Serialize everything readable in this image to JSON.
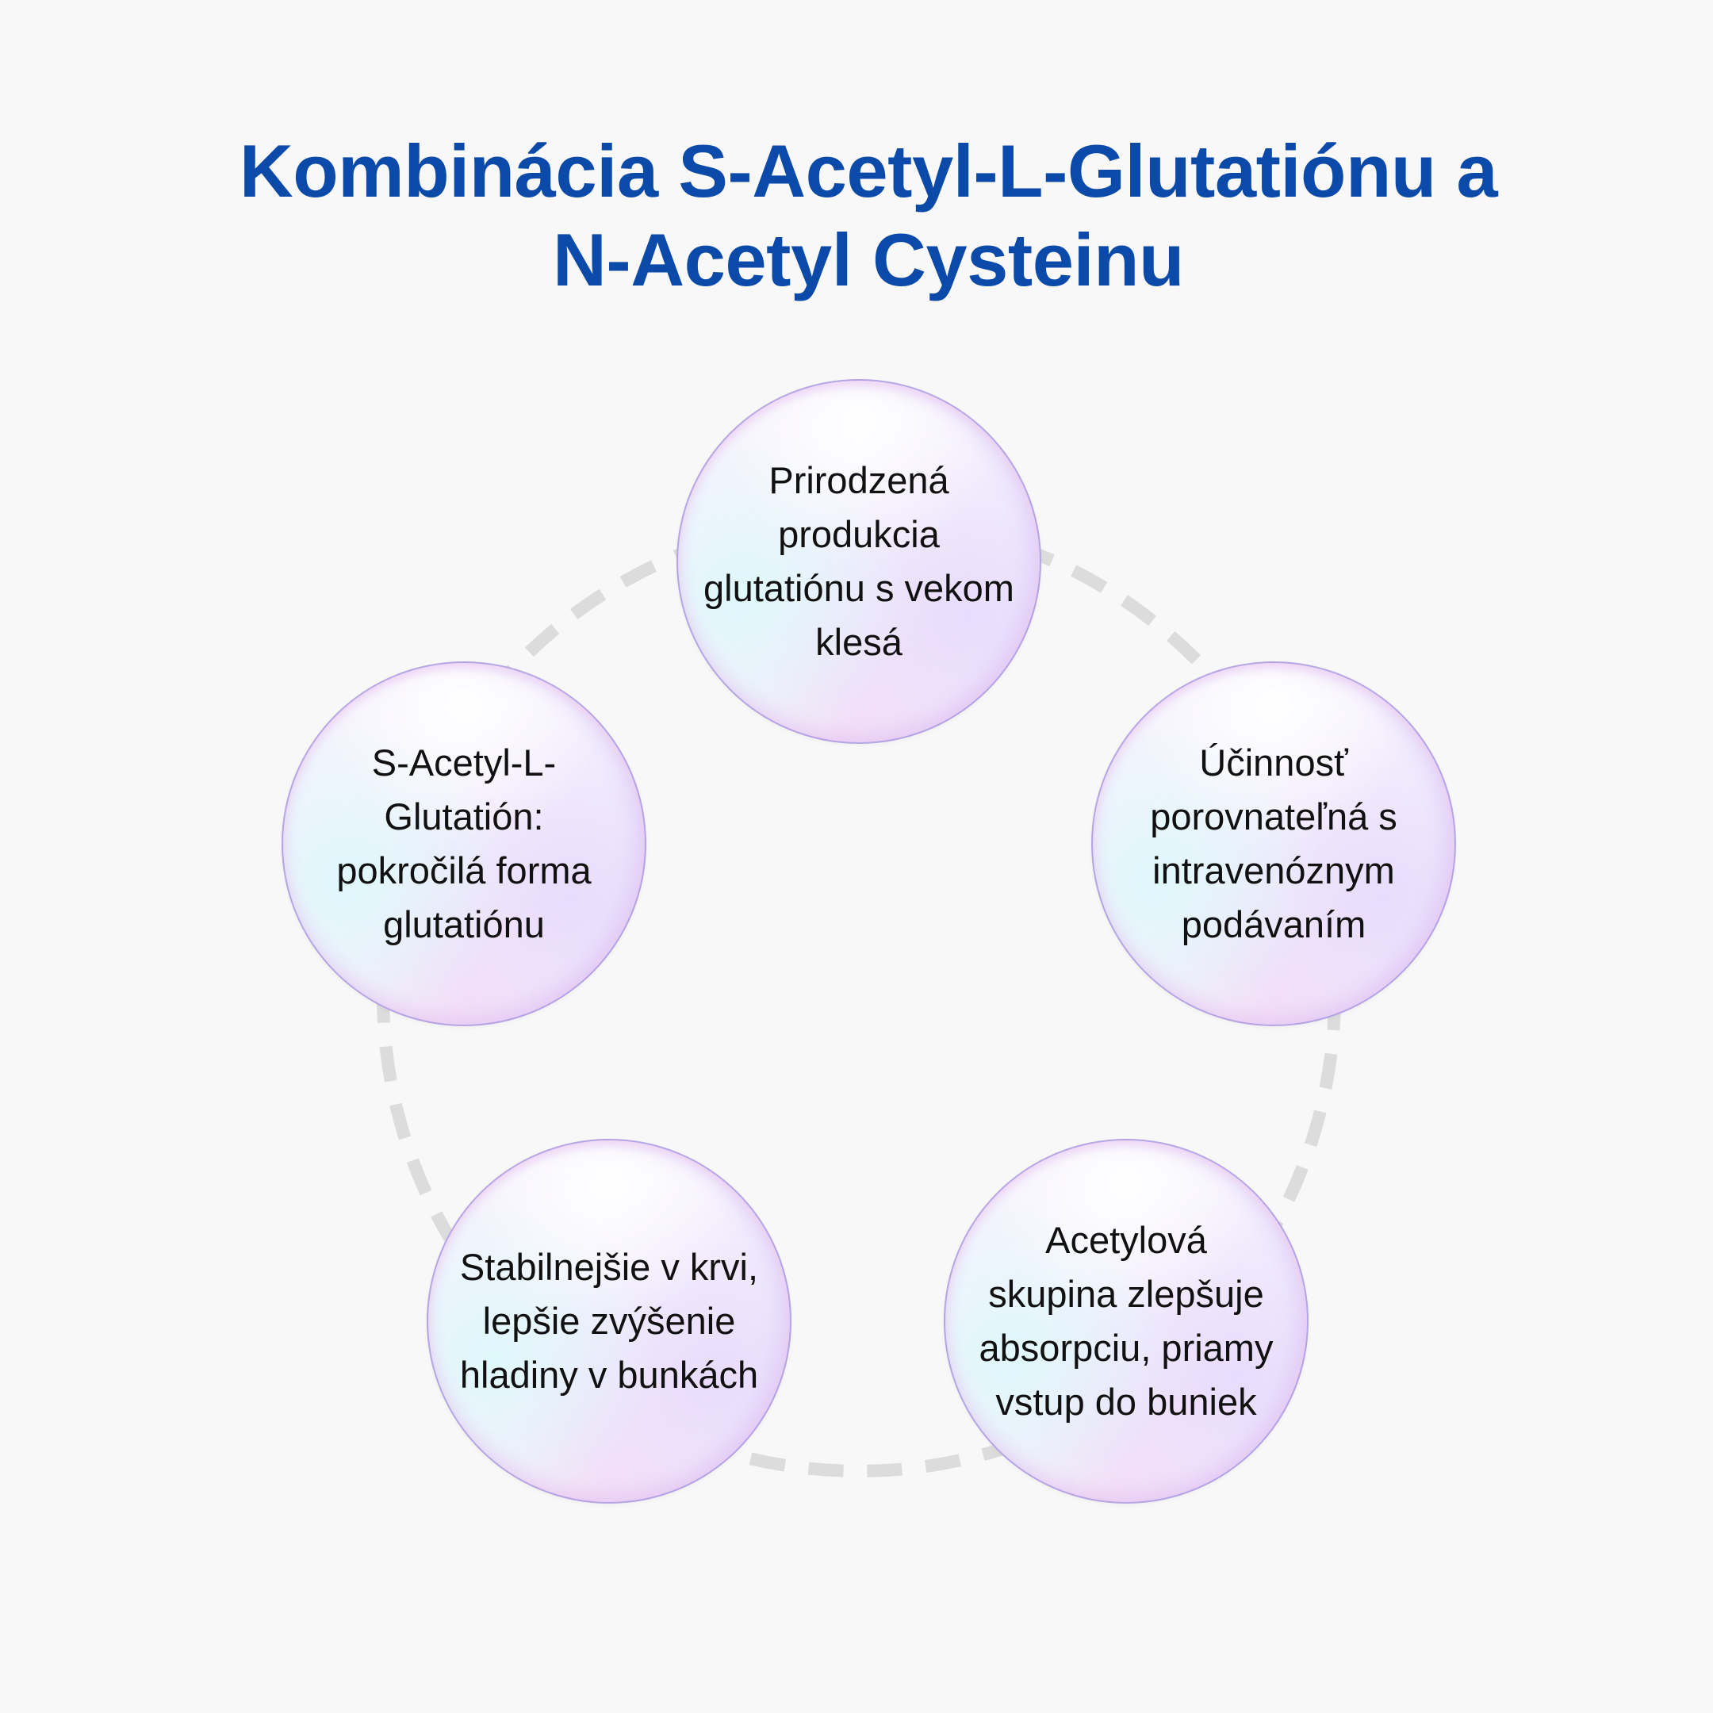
{
  "title": {
    "line1": "Kombinácia S-Acetyl-L-Glutatiónu a",
    "line2": "N-Acetyl Cysteinu"
  },
  "colors": {
    "title": "#0b4aa8",
    "background": "#f8f8f8",
    "ring": "#dcdcdc",
    "node_border": "#a08cdc",
    "text": "#111111"
  },
  "nodes": [
    {
      "lines": [
        "Prirodzená",
        "produkcia",
        "glutatiónu s vekom",
        "klesá"
      ]
    },
    {
      "lines": [
        "Účinnosť",
        "porovnateľná s",
        "intravenóznym",
        "podávaním"
      ]
    },
    {
      "lines": [
        "Acetylová",
        "skupina zlepšuje",
        "absorpciu, priamy",
        "vstup do buniek"
      ]
    },
    {
      "lines": [
        "Stabilnejšie v krvi,",
        "lepšie zvýšenie",
        "hladiny v bunkách"
      ]
    },
    {
      "lines": [
        "S-Acetyl-L-",
        "Glutatión:",
        "pokročilá forma",
        "glutatiónu"
      ]
    }
  ]
}
